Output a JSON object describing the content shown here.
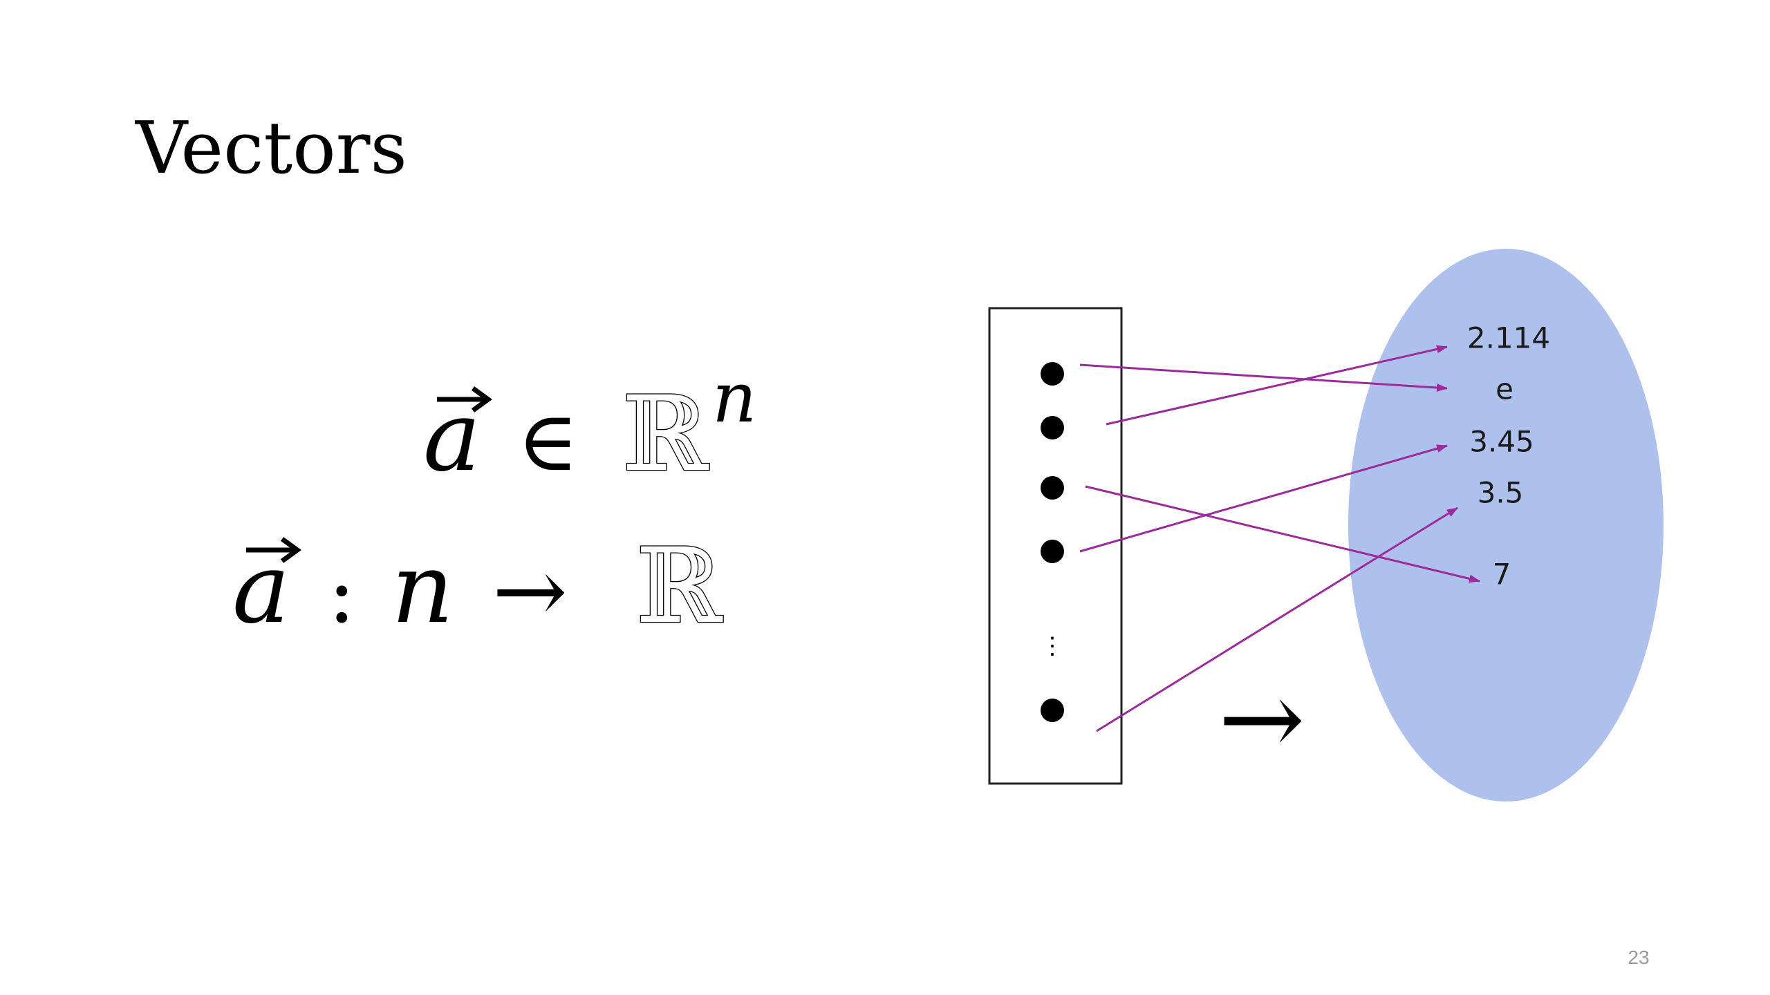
{
  "slide": {
    "title": "Vectors",
    "page_number": "23"
  },
  "math": {
    "line1": {
      "vector_symbol": "a",
      "element_of": "∈",
      "reals": "ℝ",
      "exponent": "n"
    },
    "line2": {
      "vector_symbol": "a",
      "colon": ":",
      "domain": "n",
      "arrow": "→",
      "reals": "ℝ"
    }
  },
  "diagram": {
    "index_box": {
      "dot_count": 5,
      "ellipsis": "⋮"
    },
    "mapping_arrow": "→",
    "value_set": {
      "fill_color": "#aec0ec",
      "values": [
        "2.114",
        "e",
        "3.45",
        "3.5",
        "7"
      ]
    },
    "mappings": [
      {
        "from_index": 1,
        "to_value": "e"
      },
      {
        "from_index": 2,
        "to_value": "2.114"
      },
      {
        "from_index": 3,
        "to_value": "7"
      },
      {
        "from_index": 4,
        "to_value": "3.45"
      },
      {
        "from_index": 5,
        "to_value": "3.5"
      }
    ],
    "arrow_color": "#9b2b9b"
  }
}
